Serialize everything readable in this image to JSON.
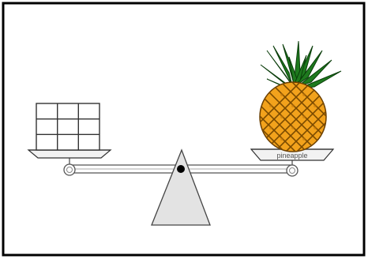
{
  "scene": {
    "right_pan_label": "pineapple",
    "left_object": "grid-of-cubes",
    "right_object": "pineapple",
    "colors": {
      "border": "#000000",
      "fulcrum_fill": "#e3e3e3",
      "pan_fill": "#f2f2f2",
      "pineapple_body": "#f2a21c",
      "pineapple_pattern": "#7a4a00",
      "pineapple_leaves": "#1e7a1e",
      "leaf_outline": "#0a3d0a"
    }
  }
}
